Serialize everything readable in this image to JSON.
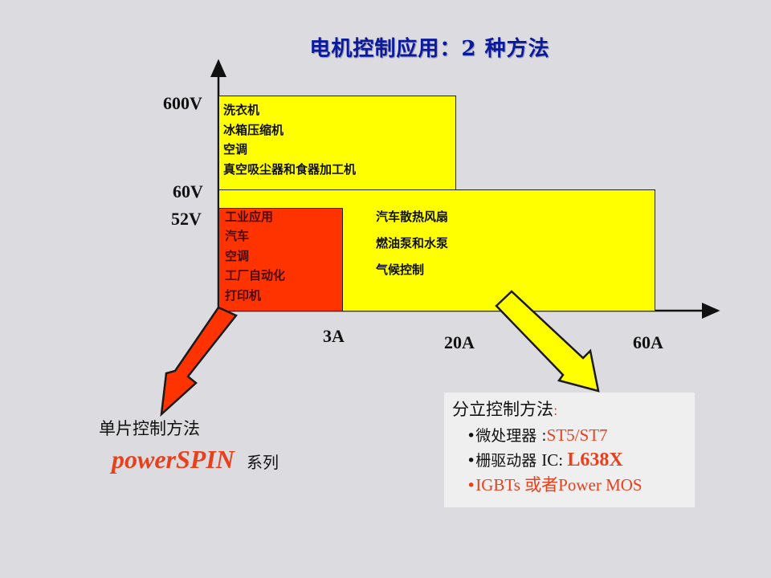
{
  "title": "电机控制应用：2 种方法",
  "axes": {
    "voltage_labels": [
      "600V",
      "60V",
      "52V"
    ],
    "current_labels": [
      "3A",
      "20A",
      "60A"
    ]
  },
  "regions": {
    "high_voltage": {
      "range": "60V–600V, 0–~12A",
      "color": "#ffff00",
      "items": [
        "洗衣机",
        "冰箱压缩机",
        "空调",
        "真空吸尘器和食器加工机"
      ]
    },
    "low_voltage_low_current": {
      "range": "0–52V, 0–3A",
      "color": "#ff3300",
      "items": [
        "工业应用",
        "汽车",
        "空调",
        "工厂自动化",
        "打印机"
      ]
    },
    "low_voltage_high_current": {
      "range": "0–60V, 3A–60A",
      "color": "#ffff00",
      "items": [
        "汽车散热风扇",
        "燃油泵和水泵",
        "气候控制"
      ]
    }
  },
  "single_chip": {
    "title": "单片控制方法",
    "product": "powerSPIN",
    "suffix": "系列",
    "arrow_color": "#ff3300"
  },
  "discrete": {
    "title": "分立控制方法",
    "colon": ":",
    "items": [
      {
        "bullet": "•",
        "label": "微处理器 :",
        "value": "ST5/ST7"
      },
      {
        "bullet": "•",
        "label": "栅驱动器 ",
        "label2": "IC: ",
        "value": "L638X"
      },
      {
        "bullet": "•",
        "label": "IGBTs 或者Power MOS"
      }
    ],
    "arrow_color": "#ffff00"
  },
  "colors": {
    "background": "#dcdce0",
    "title": "#0a1a9a",
    "accent_red": "#e8401c",
    "yellow": "#ffff00",
    "red_box": "#ff3300"
  }
}
